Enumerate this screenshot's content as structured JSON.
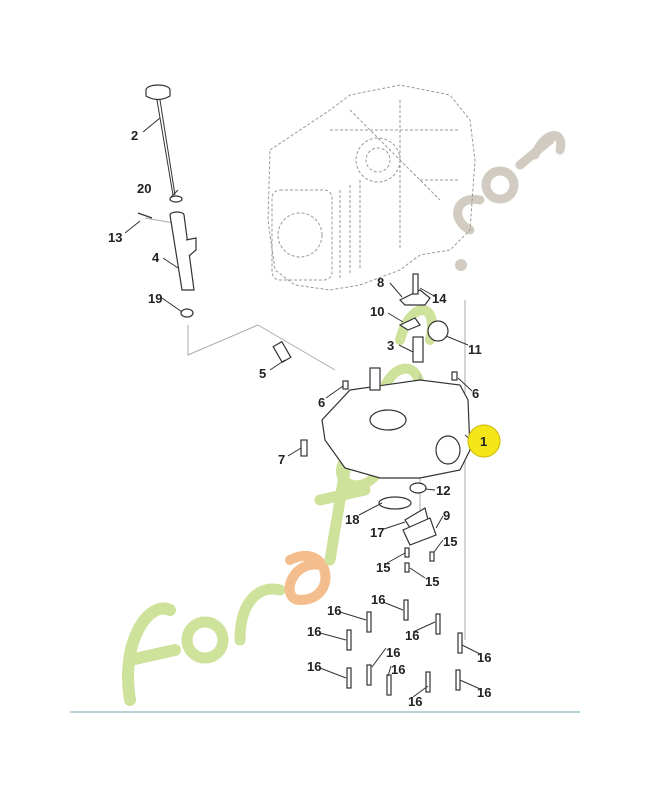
{
  "diagram": {
    "watermark": "foretjardin.com",
    "highlight_color": "#f5e61a",
    "watermark_colors": {
      "green": "#c7dd8a",
      "orange": "#f2b27a",
      "gray": "#c9c3b8"
    },
    "highlighted_part": "1",
    "labels": {
      "p2": "2",
      "p20": "20",
      "p13": "13",
      "p4": "4",
      "p19": "19",
      "p8": "8",
      "p14": "14",
      "p10": "10",
      "p11": "11",
      "p3": "3",
      "p5": "5",
      "p6a": "6",
      "p6b": "6",
      "p1": "1",
      "p7": "7",
      "p12": "12",
      "p18": "18",
      "p17": "17",
      "p9": "9",
      "p15a": "15",
      "p15b": "15",
      "p15c": "15",
      "p16a": "16",
      "p16b": "16",
      "p16c": "16",
      "p16d": "16",
      "p16e": "16",
      "p16f": "16",
      "p16g": "16",
      "p16h": "16",
      "p16i": "16",
      "p16j": "16"
    }
  }
}
